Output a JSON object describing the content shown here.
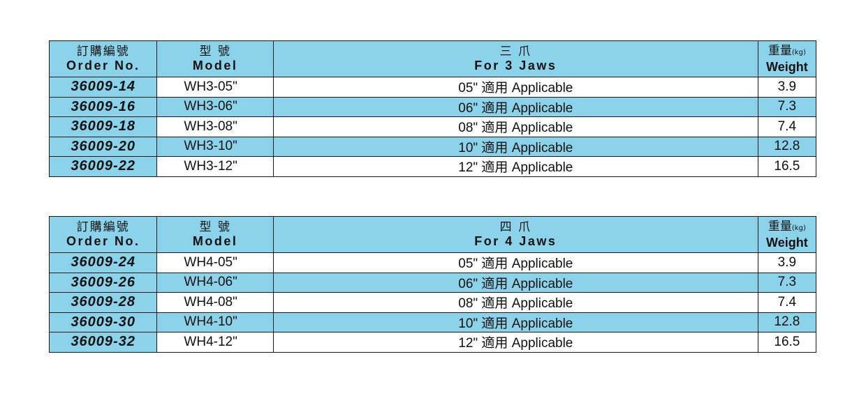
{
  "headers": {
    "order_zh": "訂購編號",
    "order_en": "Order No.",
    "model_zh": "型 號",
    "model_en": "Model",
    "weight_zh": "重量",
    "weight_unit": "(kg)",
    "weight_en": "Weight"
  },
  "tables": [
    {
      "jaws_zh": "三 爪",
      "jaws_en": "For 3 Jaws",
      "rows": [
        {
          "order": "36009-14",
          "model": "WH3-05\"",
          "applicable": "05\" 適用 Applicable",
          "weight": "3.9"
        },
        {
          "order": "36009-16",
          "model": "WH3-06\"",
          "applicable": "06\" 適用 Applicable",
          "weight": "7.3"
        },
        {
          "order": "36009-18",
          "model": "WH3-08\"",
          "applicable": "08\" 適用 Applicable",
          "weight": "7.4"
        },
        {
          "order": "36009-20",
          "model": "WH3-10\"",
          "applicable": "10\" 適用 Applicable",
          "weight": "12.8"
        },
        {
          "order": "36009-22",
          "model": "WH3-12\"",
          "applicable": "12\" 適用 Applicable",
          "weight": "16.5"
        }
      ]
    },
    {
      "jaws_zh": "四 爪",
      "jaws_en": "For 4 Jaws",
      "rows": [
        {
          "order": "36009-24",
          "model": "WH4-05\"",
          "applicable": "05\" 適用 Applicable",
          "weight": "3.9"
        },
        {
          "order": "36009-26",
          "model": "WH4-06\"",
          "applicable": "06\" 適用 Applicable",
          "weight": "7.3"
        },
        {
          "order": "36009-28",
          "model": "WH4-08\"",
          "applicable": "08\" 適用 Applicable",
          "weight": "7.4"
        },
        {
          "order": "36009-30",
          "model": "WH4-10\"",
          "applicable": "10\" 適用 Applicable",
          "weight": "12.8"
        },
        {
          "order": "36009-32",
          "model": "WH4-12\"",
          "applicable": "12\" 適用 Applicable",
          "weight": "16.5"
        }
      ]
    }
  ],
  "colors": {
    "header_bg": "#8ad3ea",
    "alt_row_bg": "#8ad3ea",
    "border": "#1a1a1a"
  }
}
